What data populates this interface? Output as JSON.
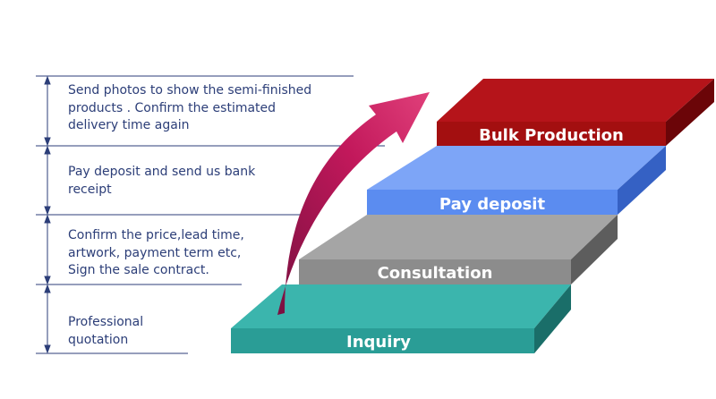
{
  "steps": [
    {
      "label": "Inquiry",
      "color": "#2a9d96"
    },
    {
      "label": "Consultation",
      "color": "#8c8c8c"
    },
    {
      "label": "Pay deposit",
      "color": "#5b8cf0"
    },
    {
      "label": "Bulk  Production",
      "color": "#a30f10"
    }
  ],
  "notes": [
    "Send photos to show the semi-finished\nproducts . Confirm the estimated\ndelivery time again",
    "Pay deposit and send us bank\nreceipt",
    "Confirm the     price,lead time,\nartwork, payment term etc,\nSign the sale contract.",
    "Professional\nquotation"
  ],
  "colors": {
    "arrow": "#c2185b",
    "note_text": "#2c3e78",
    "lines": "#2c3e78"
  }
}
